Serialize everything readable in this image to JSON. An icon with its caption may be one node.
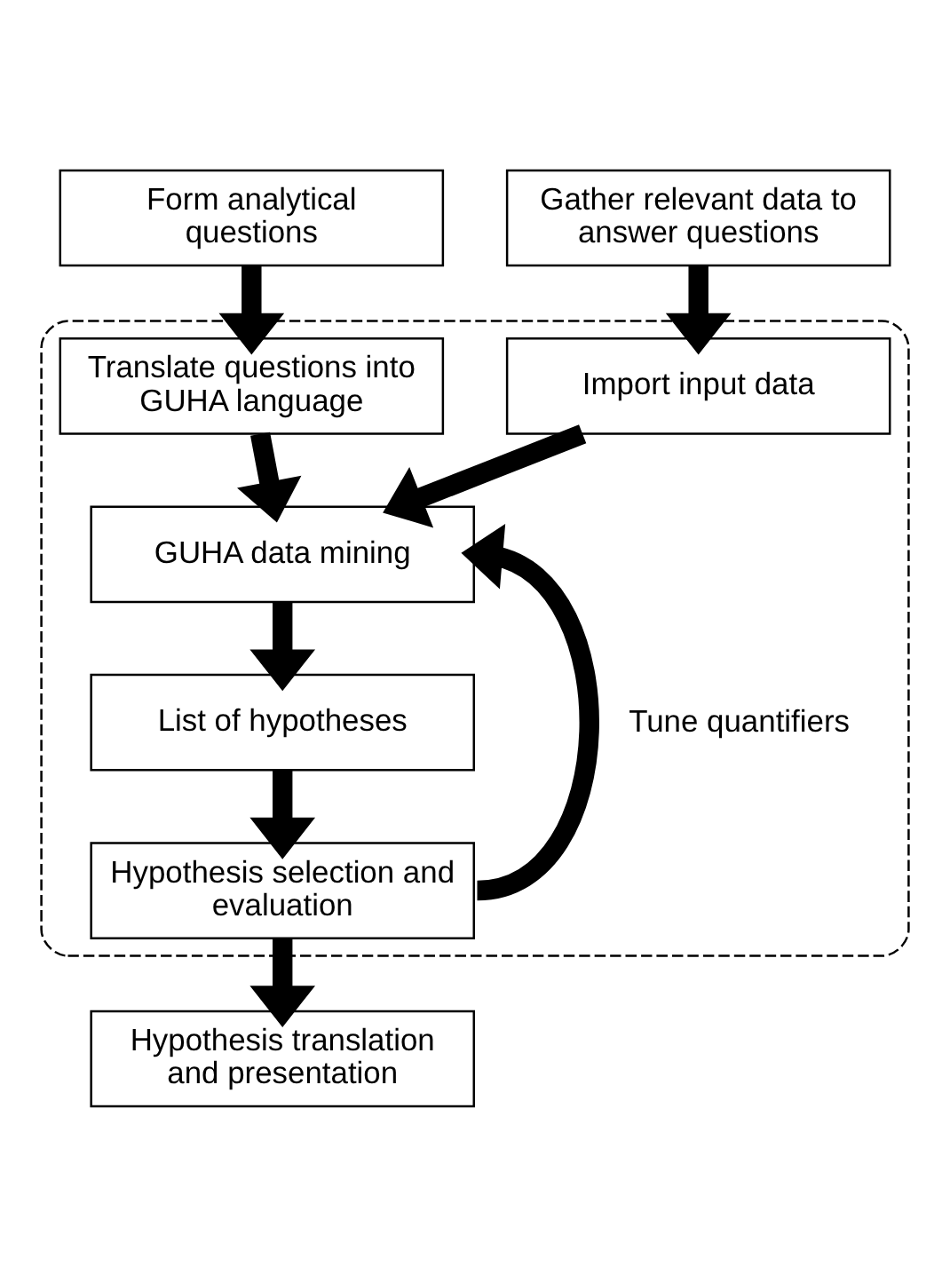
{
  "diagram": {
    "nodes": [
      {
        "text": [
          "Form analytical questions"
        ]
      },
      {
        "text": [
          "Gather relevant data to answer questions"
        ]
      },
      {
        "text": [],
        "shape": "box"
      },
      {
        "text": [
          "Translate questions into GUHA language"
        ],
        "in": 2
      },
      {
        "text": [
          "Import input data"
        ],
        "in": 2
      },
      {
        "text": [
          "GUHA data mining"
        ],
        "in": 2
      },
      {
        "text": [
          "List of hypotheses"
        ],
        "in": 2
      },
      {
        "text": [
          "Hypothesis selection and evaluation"
        ],
        "in": 2
      },
      {
        "text": [
          "Hypothesis translation and presentation"
        ]
      }
    ],
    "edges": [
      {
        "from": 0,
        "to": 3,
        "arrow": "to"
      },
      {
        "from": 1,
        "to": 4,
        "arrow": "to"
      },
      {
        "from": 3,
        "to": 5,
        "arrow": "to"
      },
      {
        "from": 4,
        "to": 5,
        "arrow": "to"
      },
      {
        "from": 5,
        "to": 6,
        "arrow": "to"
      },
      {
        "from": 6,
        "to": 7,
        "arrow": "to"
      },
      {
        "from": 7,
        "to": 5,
        "arrow": "to",
        "label": "Tune quantifiers"
      },
      {
        "from": 7,
        "to": 8,
        "arrow": "to"
      }
    ]
  }
}
